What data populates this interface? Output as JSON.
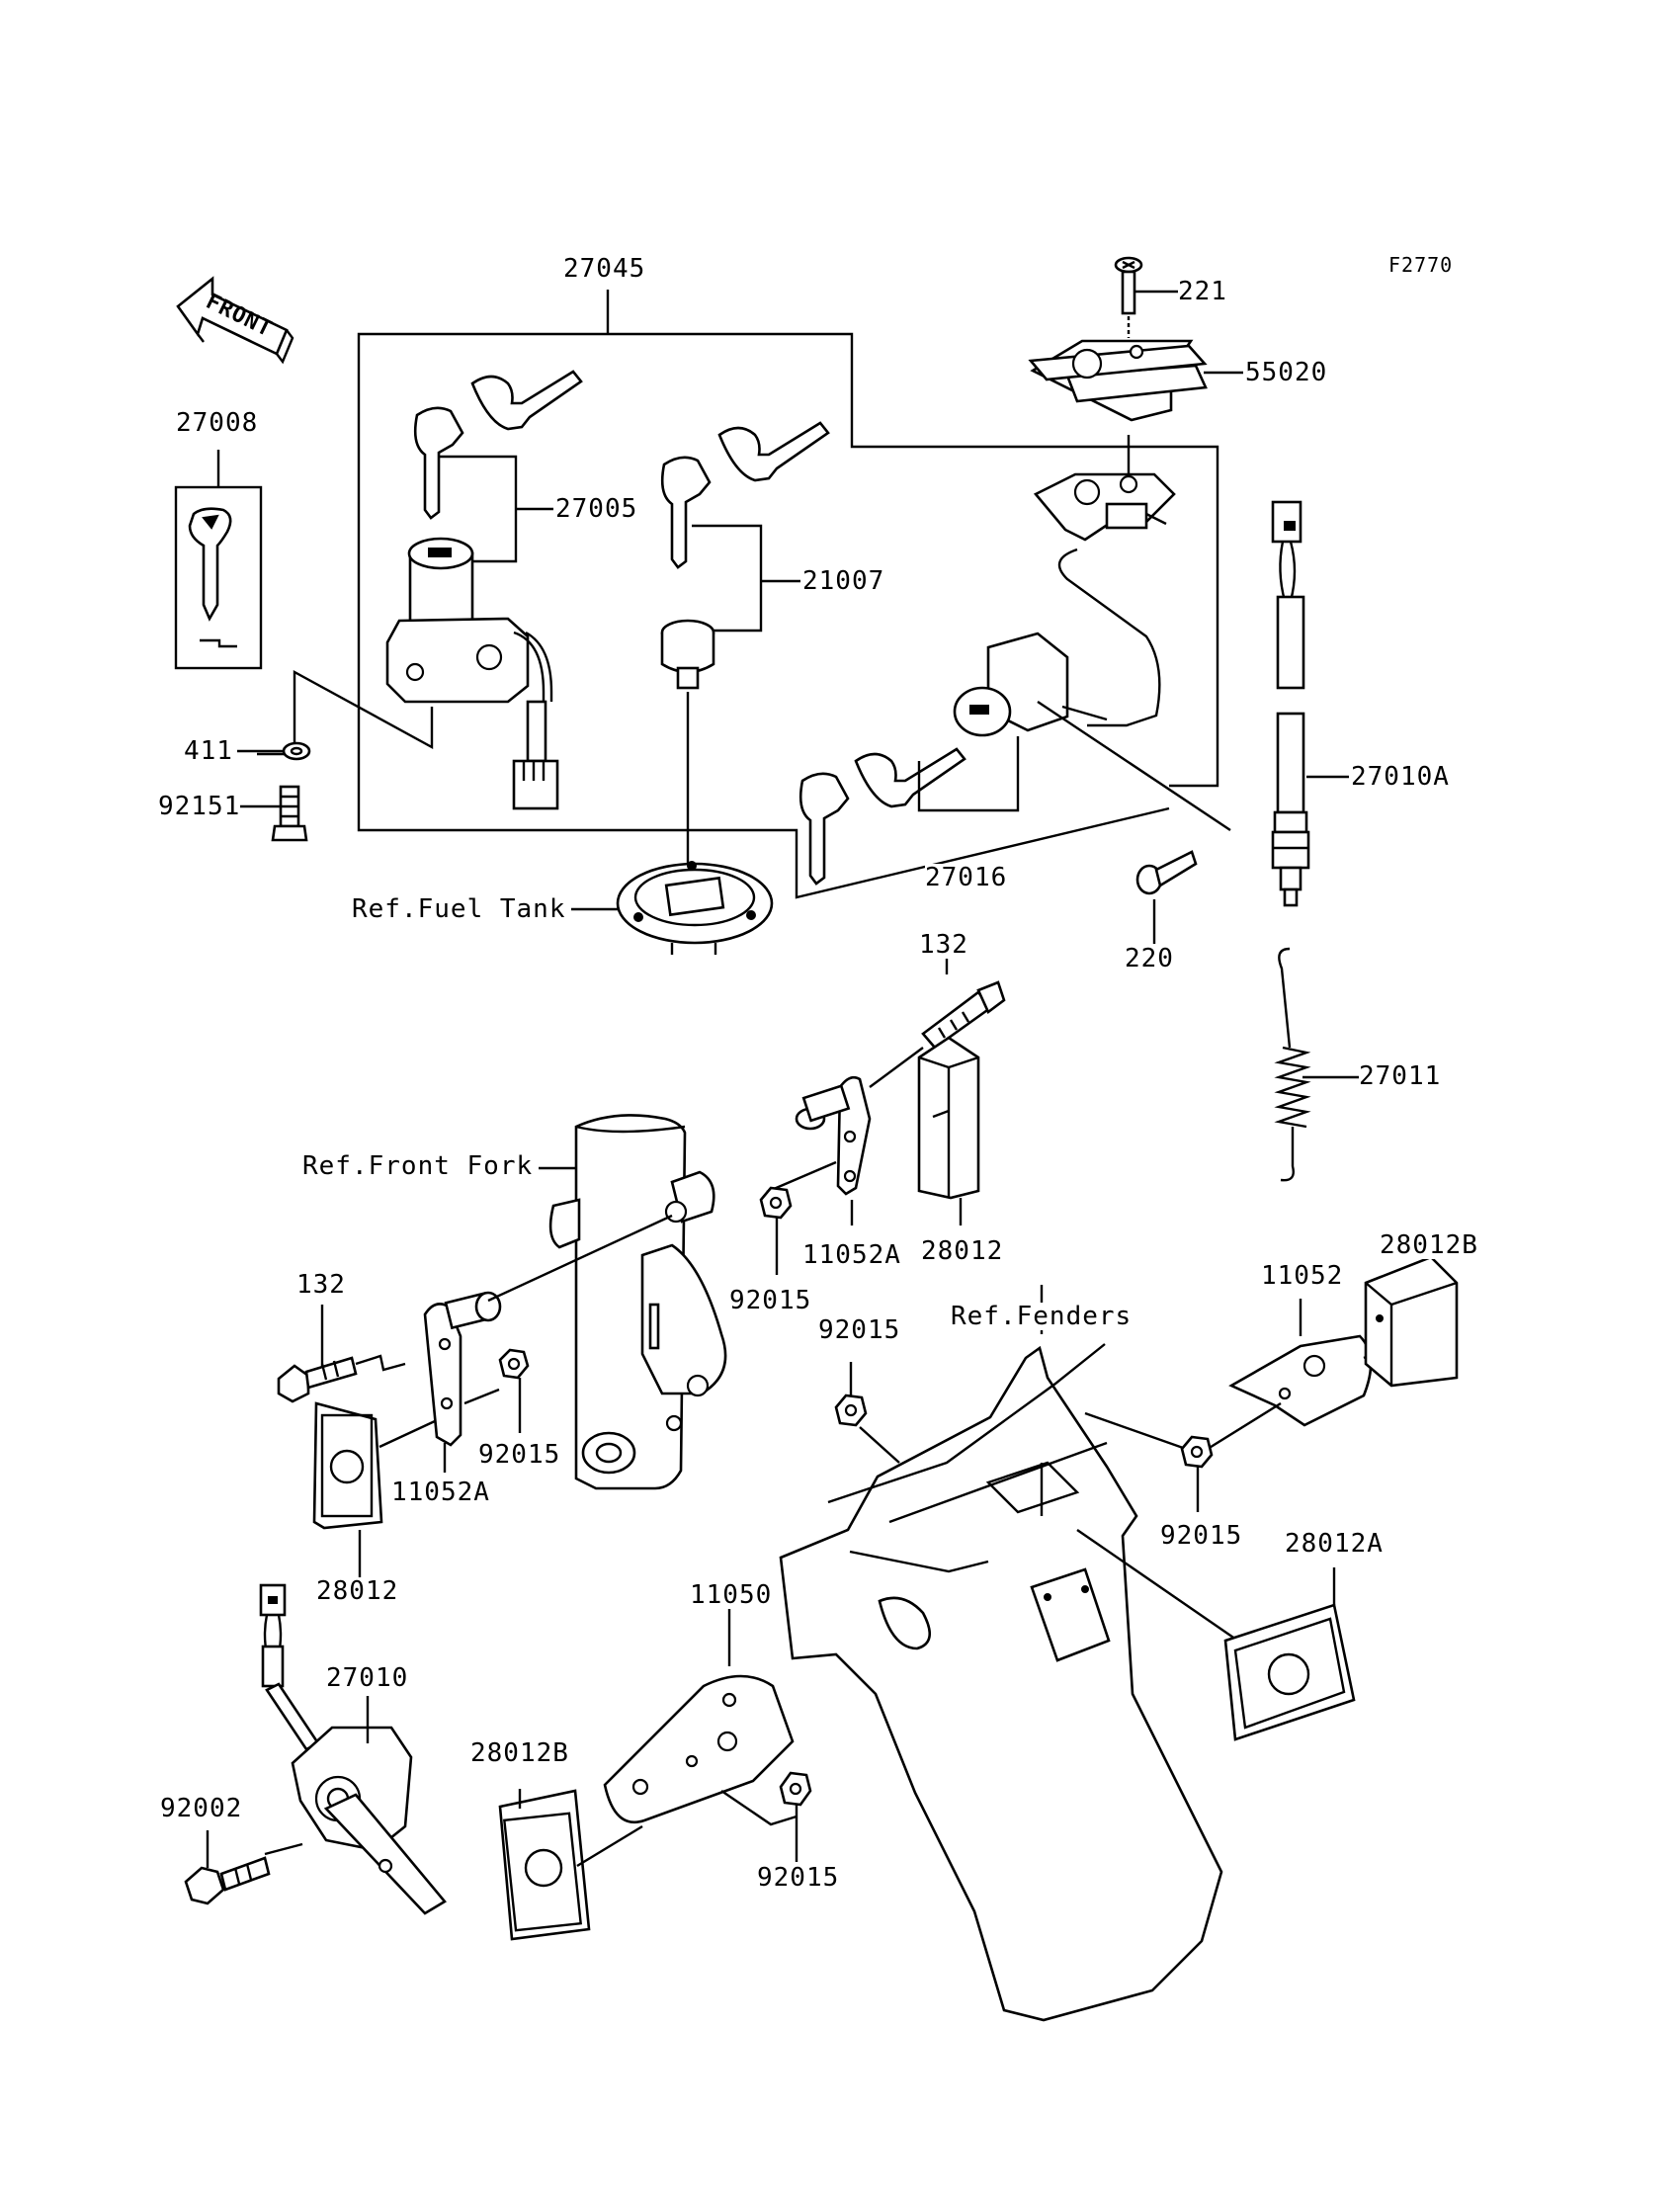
{
  "figure_code": "F2770",
  "front_label": "FRONT",
  "callouts": {
    "c27045": "27045",
    "c221": "221",
    "c55020": "55020",
    "c27008": "27008",
    "c27005": "27005",
    "c21007": "21007",
    "c411": "411",
    "c92151": "92151",
    "c27010A": "27010A",
    "c27016": "27016",
    "c220": "220",
    "cFuelTank": "Ref.Fuel Tank",
    "c132a": "132",
    "c27011": "27011",
    "cFrontFork": "Ref.Front Fork",
    "c11052Aa": "11052A",
    "c28012a": "28012",
    "c92015a": "92015",
    "c28012B_a": "28012B",
    "c11052": "11052",
    "cFenders": "Ref.Fenders",
    "c92015b": "92015",
    "c132b": "132",
    "c92015c": "92015",
    "c11052Ab": "11052A",
    "c92015d": "92015",
    "c28012A": "28012A",
    "c28012b": "28012",
    "c11050": "11050",
    "c27010": "27010",
    "c28012B_b": "28012B",
    "c92002": "92002",
    "c92015e": "92015"
  }
}
